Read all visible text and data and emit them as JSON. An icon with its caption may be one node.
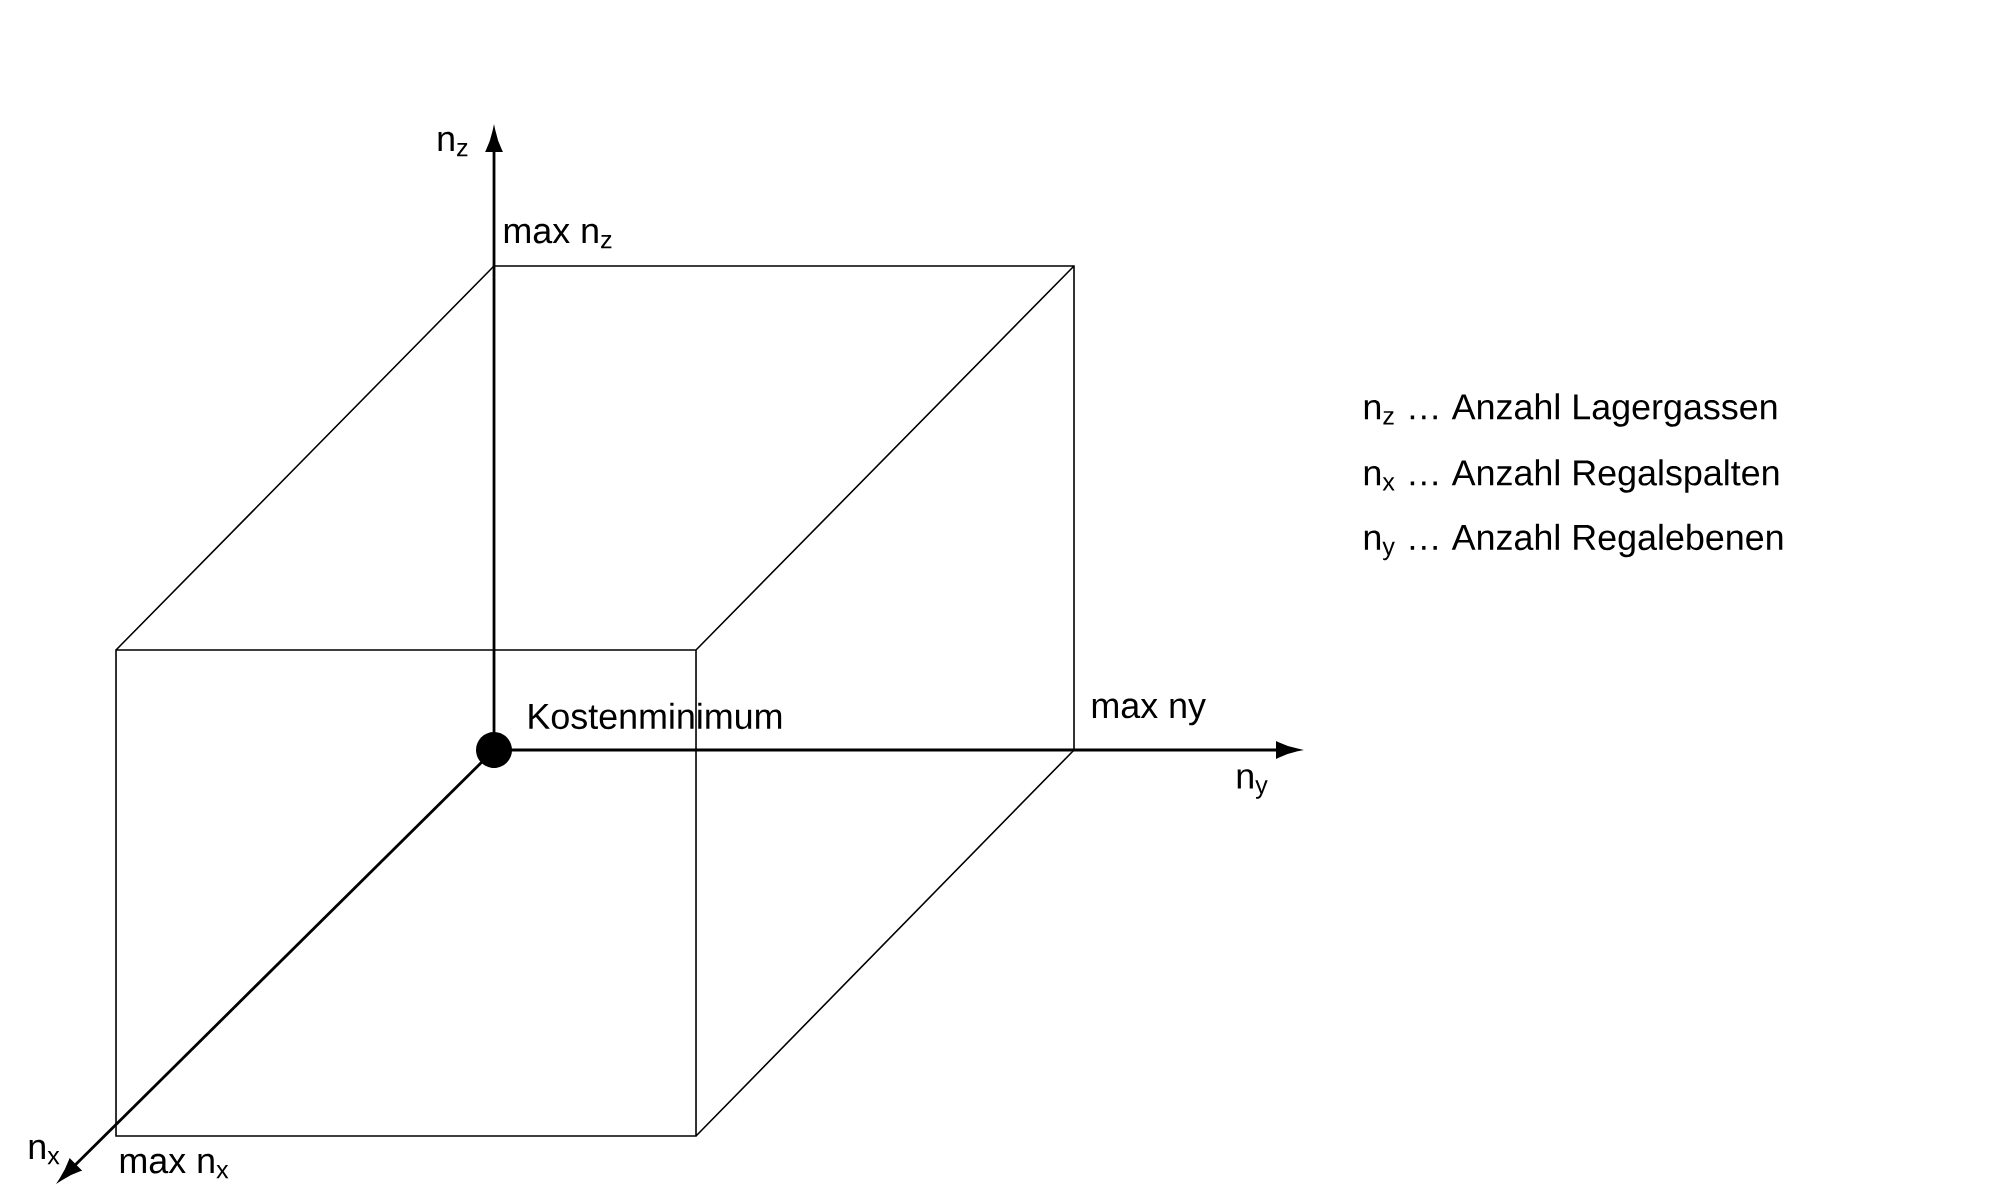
{
  "diagram": {
    "labels": [
      "n$_{z}$",
      "max n$_{z}$",
      "Kostenminimum",
      "max ny",
      "n$_{y}$",
      "n$_{x}$",
      "max n$_{x}$",
      "n$_{z}$ … Anzahl Lagergassen",
      "n$_{x}$ … Anzahl Regalspalten",
      "n$_{y}$ … Anzahl Regalebenen"
    ]
  }
}
